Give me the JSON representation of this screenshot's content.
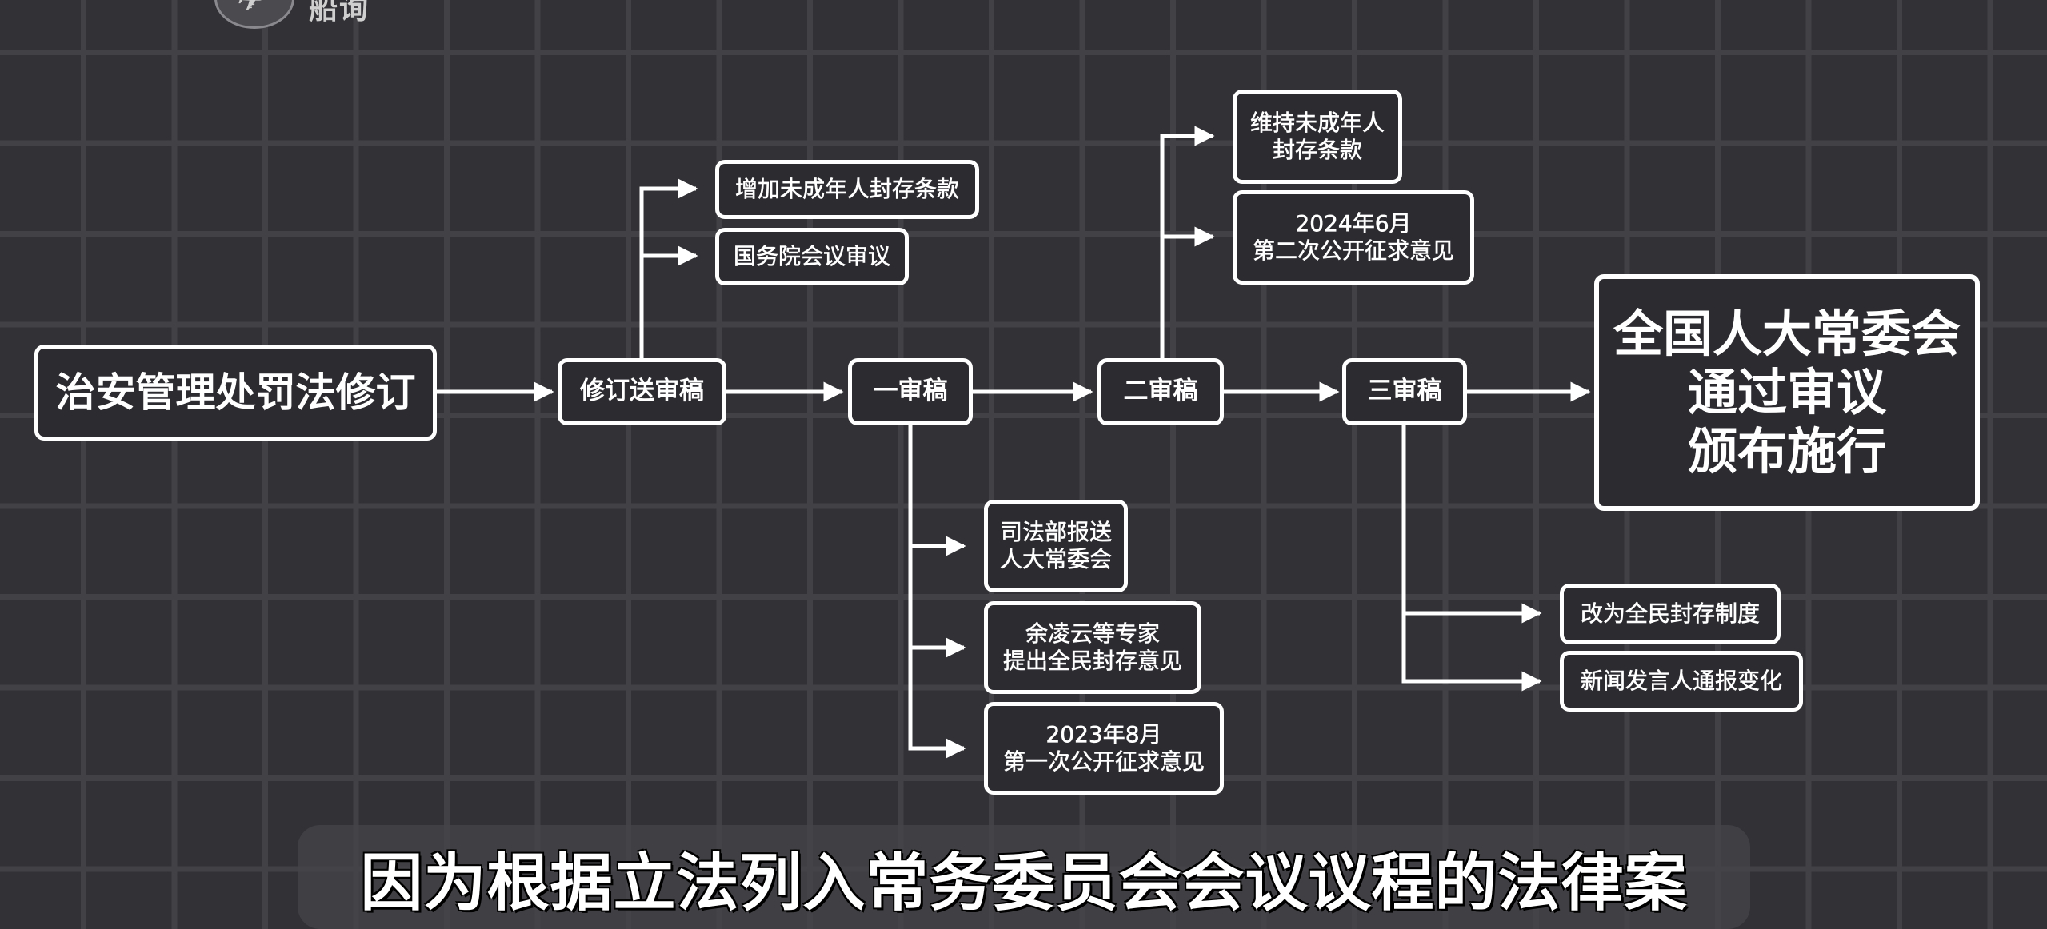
{
  "logo": {
    "text": "船询",
    "icon": "logo-emblem-icon"
  },
  "flow": {
    "start": "治安管理处罚法修订",
    "stage_submit": "修订送审稿",
    "stage_1": "一审稿",
    "stage_2": "二审稿",
    "stage_3": "三审稿",
    "final": [
      "全国人大常委会",
      "通过审议",
      "颁布施行"
    ]
  },
  "branches": {
    "submit": [
      {
        "lines": [
          "增加未成年人封存条款"
        ]
      },
      {
        "lines": [
          "国务院会议审议"
        ]
      }
    ],
    "stage_1": [
      {
        "lines": [
          "司法部报送",
          "人大常委会"
        ]
      },
      {
        "lines": [
          "余凌云等专家",
          "提出全民封存意见"
        ]
      },
      {
        "lines": [
          "2023年8月",
          "第一次公开征求意见"
        ]
      }
    ],
    "stage_2": [
      {
        "lines": [
          "维持未成年人",
          "封存条款"
        ]
      },
      {
        "lines": [
          "2024年6月",
          "第二次公开征求意见"
        ]
      }
    ],
    "stage_3": [
      {
        "lines": [
          "改为全民封存制度"
        ]
      },
      {
        "lines": [
          "新闻发言人通报变化"
        ]
      }
    ]
  },
  "subtitle": "因为根据立法列入常务委员会会议议程的法律案"
}
